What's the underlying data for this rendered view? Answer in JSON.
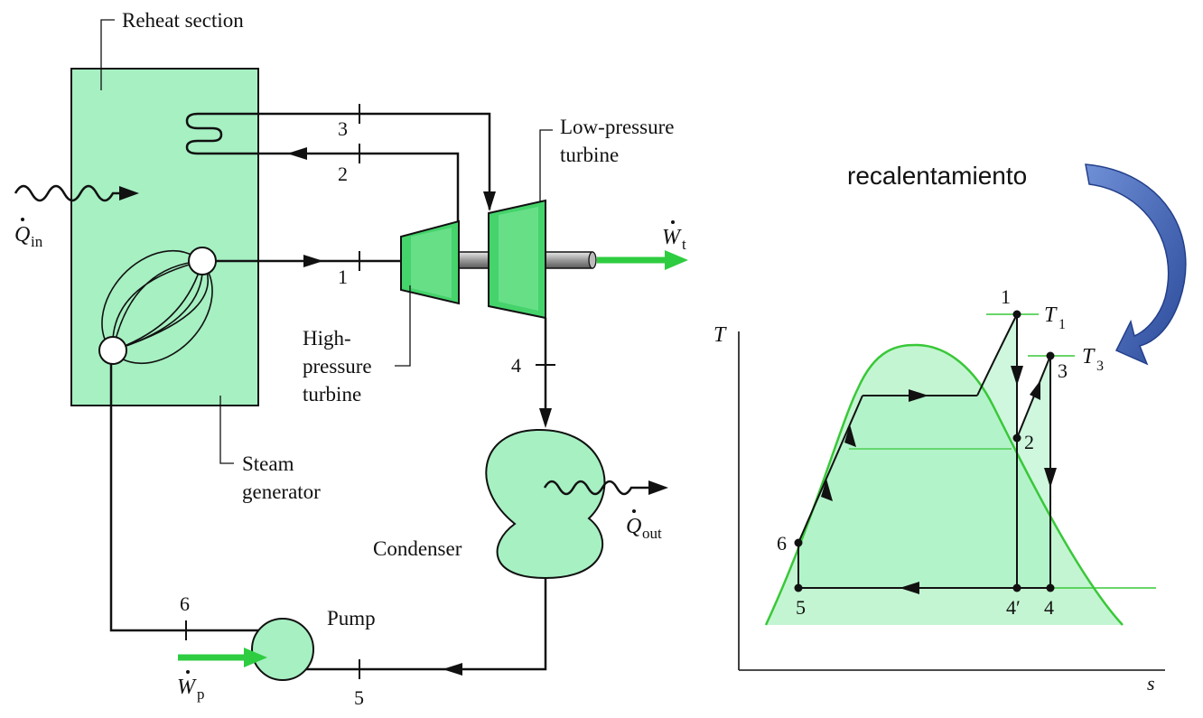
{
  "colors": {
    "fill_green": "#a6f0c2",
    "light_green": "#c4f5d2",
    "dome_green": "#39c839",
    "arrow_green": "#2ecc40",
    "line": "#111111",
    "annotation_blue": "#3a5fb0"
  },
  "schematic": {
    "reheat_section": "Reheat section",
    "steam_generator": [
      "Steam",
      "generator"
    ],
    "hp_turbine": [
      "High-",
      "pressure",
      "turbine"
    ],
    "lp_turbine": [
      "Low-pressure",
      "turbine"
    ],
    "condenser": "Condenser",
    "pump": "Pump",
    "q_in": {
      "symbol": "Q",
      "sub": "in"
    },
    "q_out": {
      "symbol": "Q",
      "sub": "out"
    },
    "w_t": {
      "symbol": "W",
      "sub": "t"
    },
    "w_p": {
      "symbol": "W",
      "sub": "p"
    },
    "states": [
      "1",
      "2",
      "3",
      "4",
      "5",
      "6"
    ]
  },
  "annotation": {
    "label": "recalentamiento",
    "icon": "curved-arrow-icon"
  },
  "ts_diagram": {
    "x_axis": "s",
    "y_axis": "T",
    "t1": {
      "symbol": "T",
      "sub": "1"
    },
    "t3": {
      "symbol": "T",
      "sub": "3"
    },
    "points": [
      "1",
      "2",
      "3",
      "4",
      "4′",
      "5",
      "6"
    ]
  }
}
